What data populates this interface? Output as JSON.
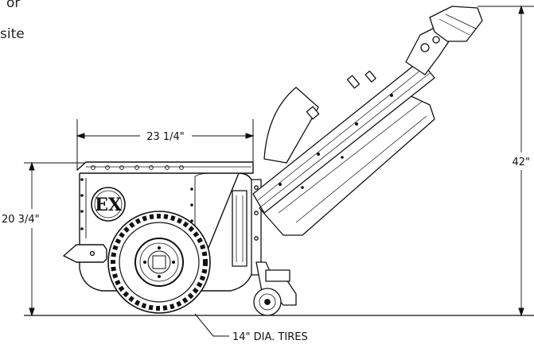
{
  "text_fragments": {
    "line1": "or",
    "line2": "site"
  },
  "dimensions": {
    "length": "23 1/4\"",
    "height_body": "20 3/4\"",
    "height_total": "42\"",
    "tires": "14\" DIA. TIRES"
  },
  "badge": "EX"
}
